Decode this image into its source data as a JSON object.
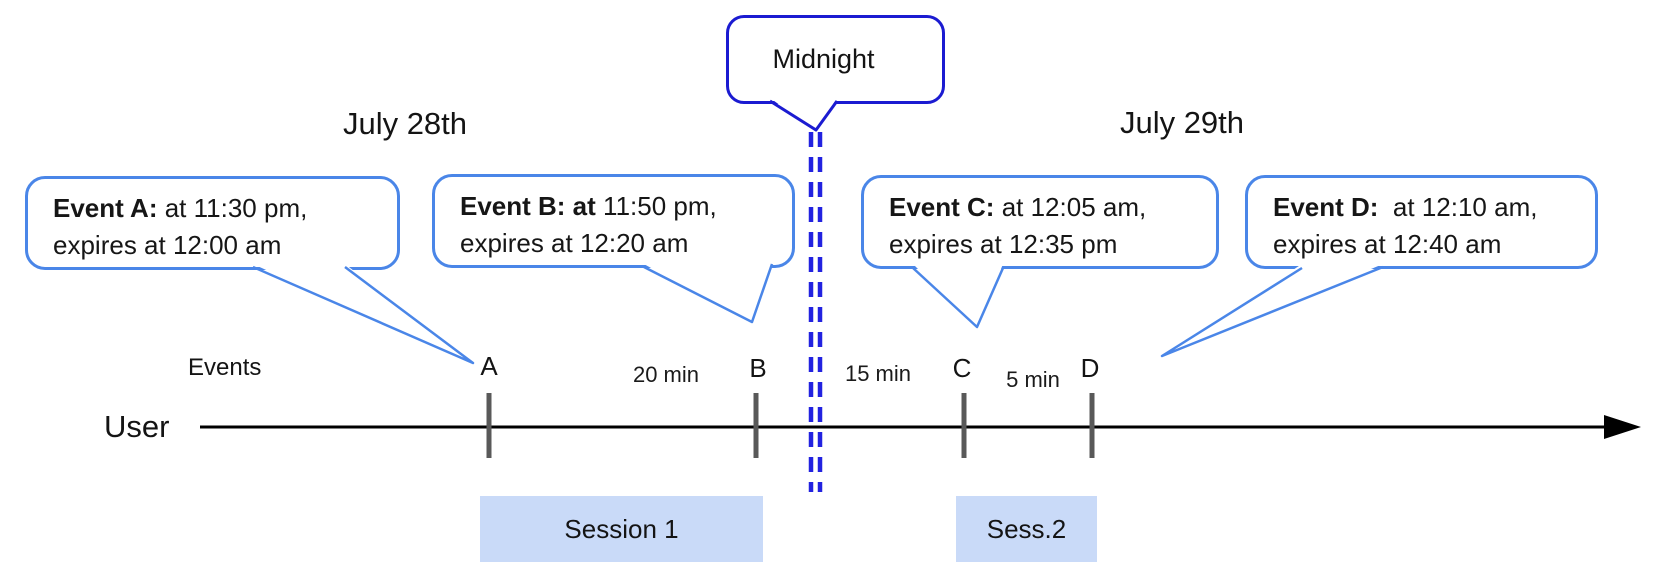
{
  "title_dates": {
    "left": "July 28th",
    "right": "July 29th"
  },
  "midnight": {
    "label": "Midnight"
  },
  "callouts": [
    {
      "event": "A",
      "bold": "Event A:",
      "regular": " at 11:30 pm,",
      "line2": "expires at 12:00 am"
    },
    {
      "event": "B",
      "bold": "Event B: at",
      "regular": " 11:50 pm,",
      "line2": "expires at 12:20 am"
    },
    {
      "event": "C",
      "bold": "Event C:",
      "regular": " at 12:05 am,",
      "line2": "expires at 12:35 pm"
    },
    {
      "event": "D",
      "bold": "Event D:",
      "regular": "  at 12:10 am,",
      "line2": "expires at 12:40 am"
    }
  ],
  "timeline": {
    "user_label": "User",
    "events_label": "Events",
    "tick_labels": [
      "A",
      "B",
      "C",
      "D"
    ],
    "interval_labels": [
      "20 min",
      "15 min",
      "5 min"
    ]
  },
  "sessions": [
    {
      "label": "Session 1"
    },
    {
      "label": "Sess.2"
    }
  ],
  "colors": {
    "event_callout_border": "#4a86e8",
    "midnight_border": "#1b1bd1",
    "midnight_dash": "#2222e0",
    "session_fill": "#c9daf8",
    "tick": "#595959",
    "axis": "#000000"
  }
}
